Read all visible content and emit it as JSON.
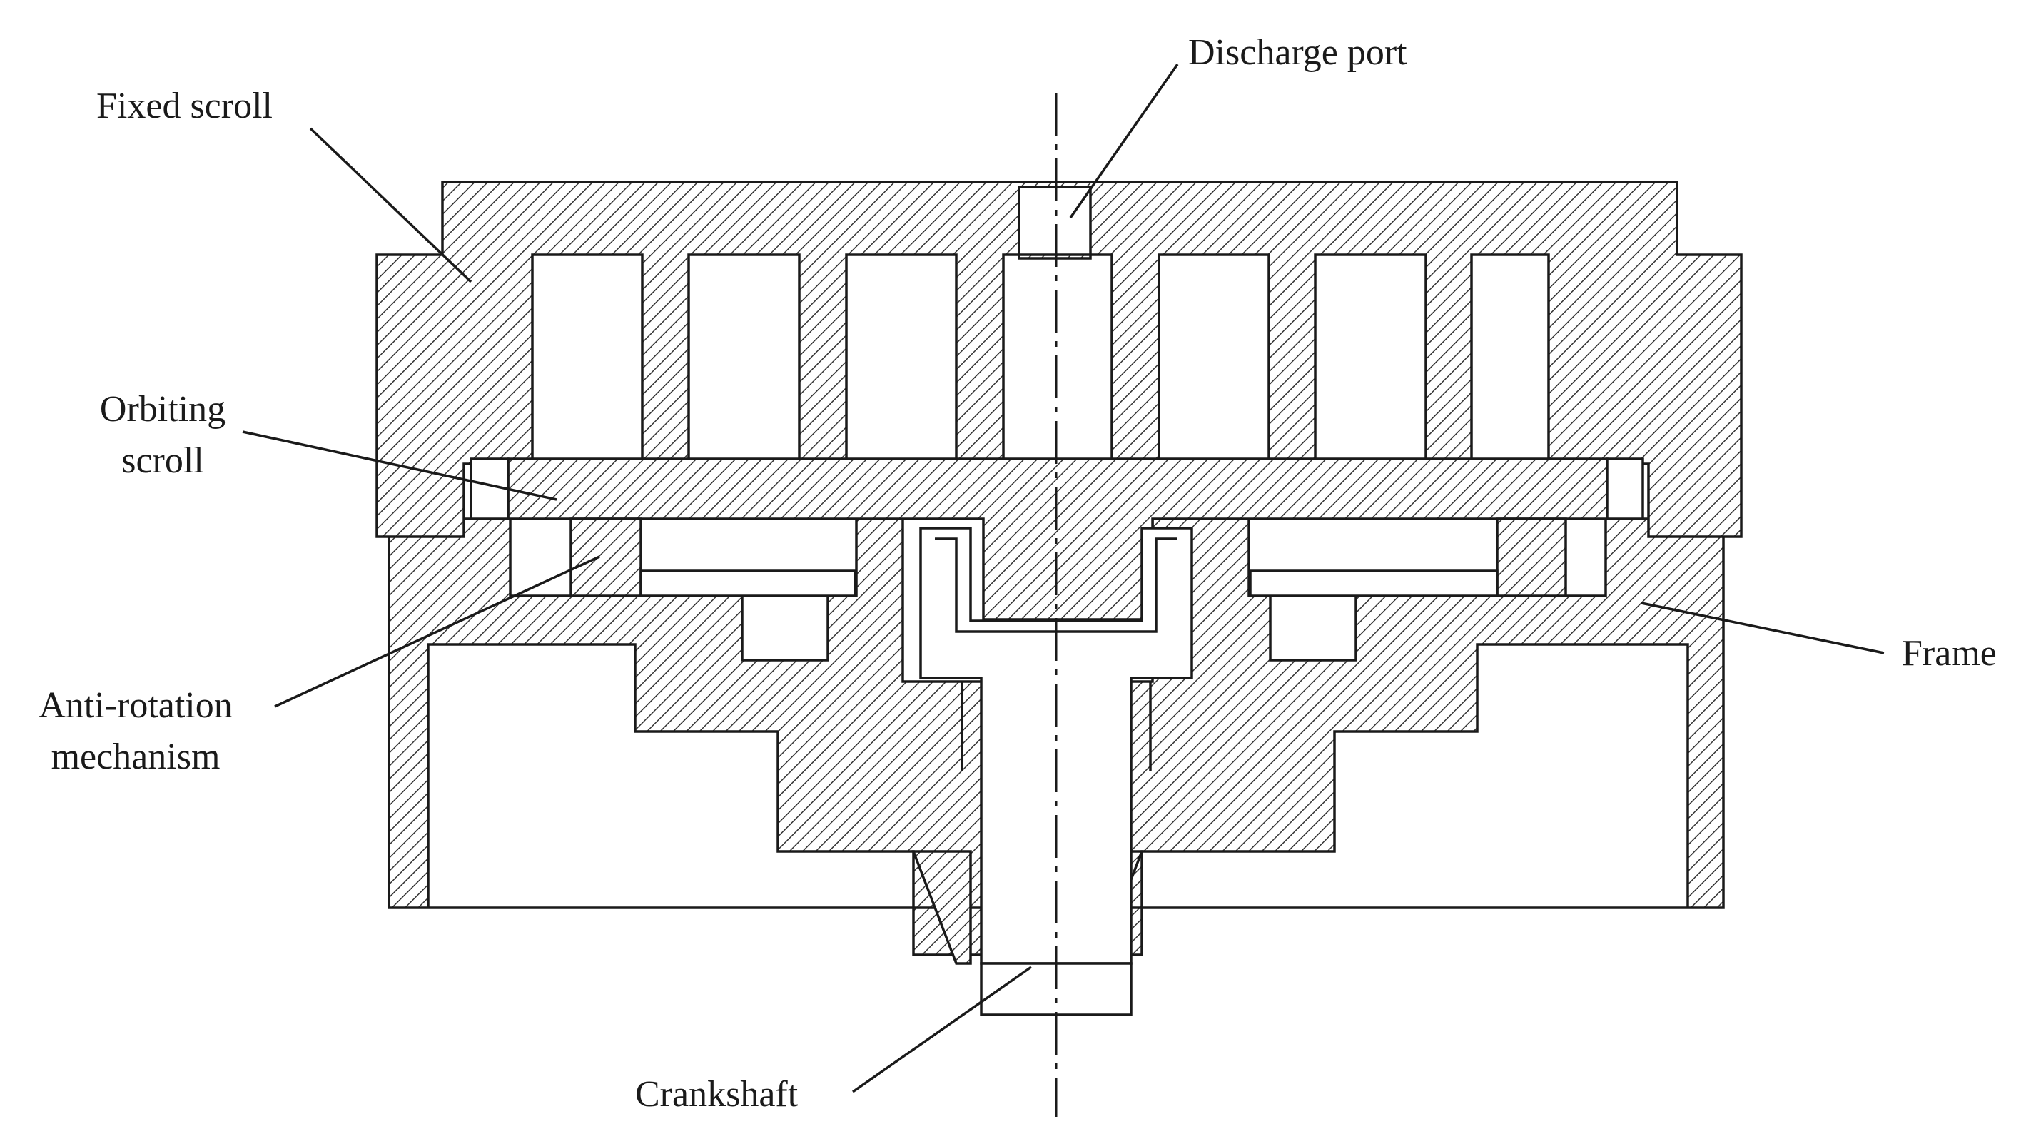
{
  "labels": {
    "fixed_scroll": "Fixed scroll",
    "discharge_port": "Discharge port",
    "orbiting_line1": "Orbiting",
    "orbiting_line2": "scroll",
    "anti_line1": "Anti-rotation",
    "anti_line2": "mechanism",
    "frame": "Frame",
    "crankshaft": "Crankshaft"
  },
  "colors": {
    "ink": "#1a1a1a",
    "background": "#ffffff"
  }
}
